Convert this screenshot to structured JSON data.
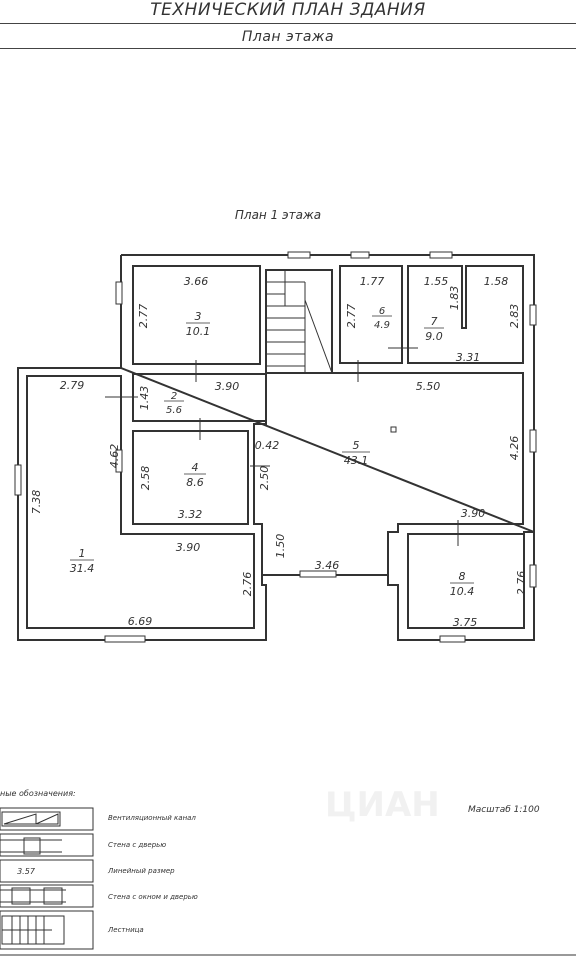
{
  "header": {
    "title": "ТЕХНИЧЕСКИЙ ПЛАН ЗДАНИЯ",
    "subtitle": "План этажа"
  },
  "plan": {
    "title": "План 1 этажа",
    "rooms": [
      {
        "num": "1",
        "area": "31.4"
      },
      {
        "num": "2",
        "area": "5.6"
      },
      {
        "num": "3",
        "area": "10.1"
      },
      {
        "num": "4",
        "area": "8.6"
      },
      {
        "num": "5",
        "area": "43.1"
      },
      {
        "num": "6",
        "area": "4.9"
      },
      {
        "num": "7",
        "area": "9.0"
      },
      {
        "num": "8",
        "area": "10.4"
      }
    ],
    "dims": [
      "3.66",
      "2.77",
      "1.77",
      "2.77",
      "1.55",
      "1.83",
      "1.58",
      "2.83",
      "3.31",
      "2.79",
      "1.43",
      "3.90",
      "5.50",
      "4.62",
      "0.42",
      "2.58",
      "2.50",
      "4.26",
      "3.32",
      "7.38",
      "3.90",
      "3.90",
      "1.50",
      "3.46",
      "2.76",
      "2.76",
      "6.69",
      "3.75"
    ]
  },
  "legend": {
    "title": "ные обозначения:",
    "items": [
      {
        "label": "Вентиляционный канал"
      },
      {
        "label": "Стена с дверью"
      },
      {
        "label": "Линейный размер",
        "sample": "3.57"
      },
      {
        "label": "Стена с окном и дверью"
      },
      {
        "label": "Лестница"
      }
    ]
  },
  "scale": "Масштаб 1:100",
  "watermark": "ЦИАН"
}
